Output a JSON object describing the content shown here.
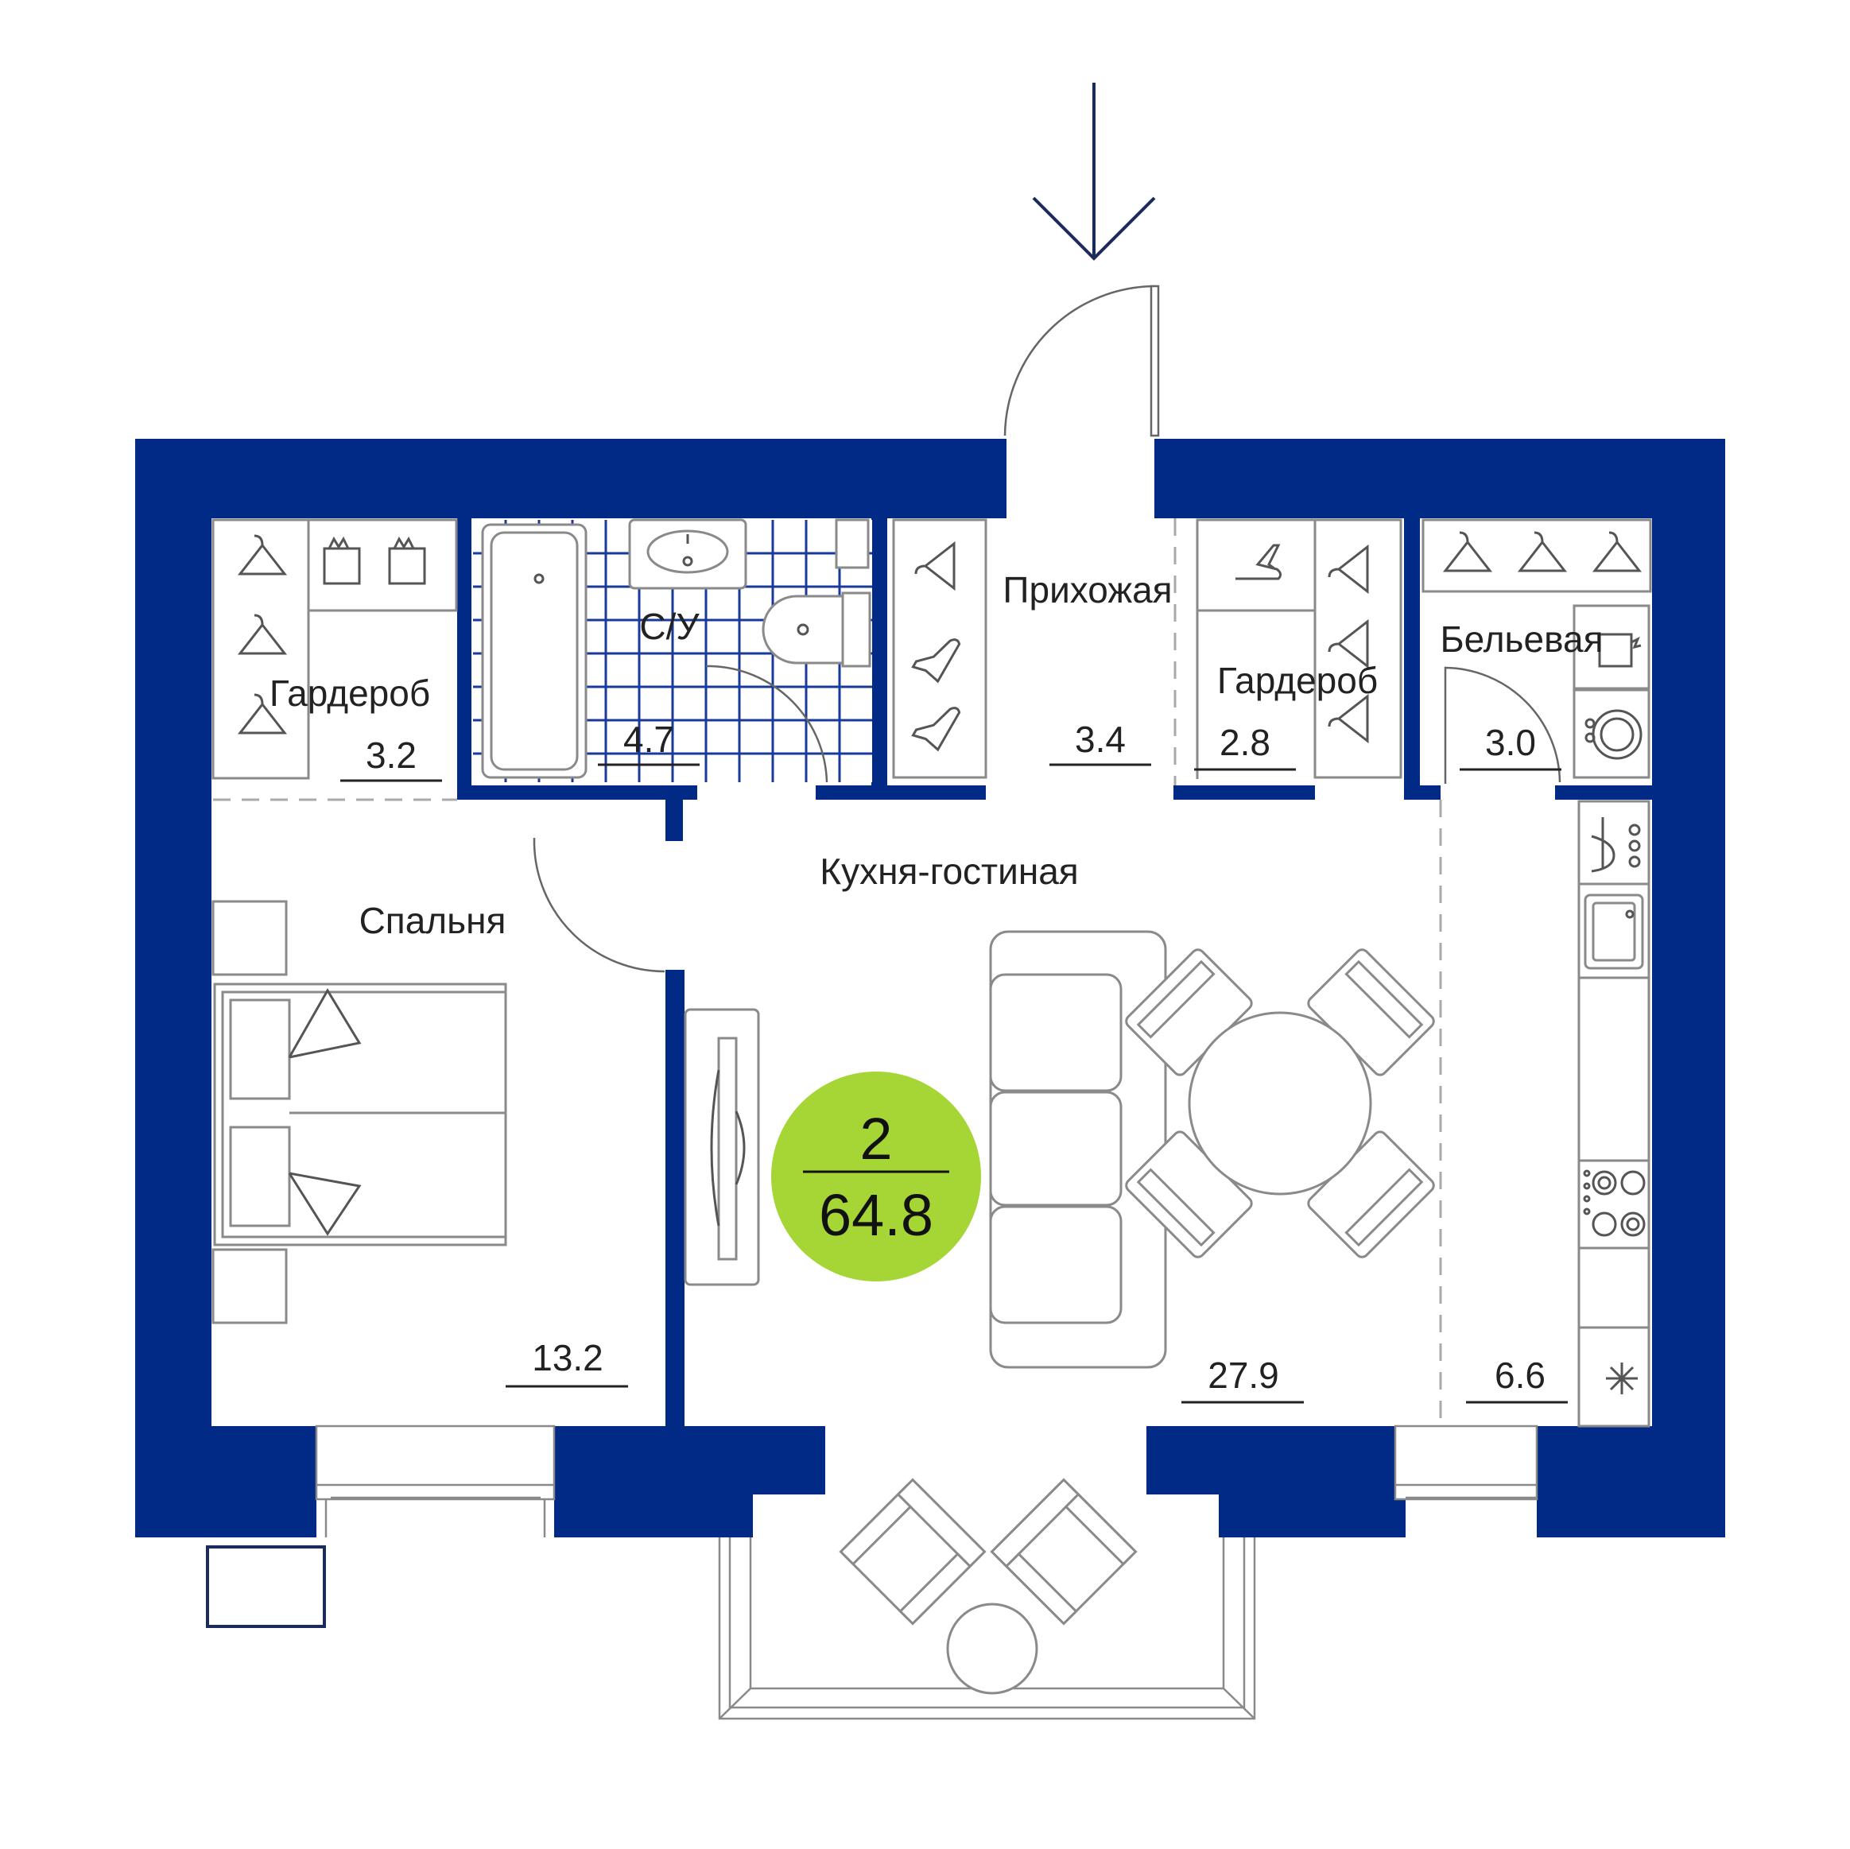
{
  "colors": {
    "wall": "#002a86",
    "badge": "#a6d635",
    "entrance_arrow": "#1c2b5e",
    "tile_grid": "#1a3a9a"
  },
  "apartment": {
    "rooms_count": "2",
    "total_area": "64.8"
  },
  "rooms": [
    {
      "key": "wardrobe_left",
      "name": "Гардероб",
      "area": "3.2"
    },
    {
      "key": "bathroom",
      "name": "С/У",
      "area": "4.7"
    },
    {
      "key": "hallway",
      "name": "Прихожая",
      "area": "3.4"
    },
    {
      "key": "wardrobe_right",
      "name": "Гардероб",
      "area": "2.8"
    },
    {
      "key": "laundry",
      "name": "Бельевая",
      "area": "3.0"
    },
    {
      "key": "bedroom",
      "name": "Спальня",
      "area": "13.2"
    },
    {
      "key": "kitchen_living",
      "name": "Кухня-гостиная",
      "area": "27.9"
    },
    {
      "key": "kitchen_zone",
      "name": "",
      "area": "6.6"
    }
  ],
  "icons": [
    "entrance-arrow-icon",
    "hanger-icon",
    "shoe-icon",
    "laundry-basket-icon",
    "washing-machine-icon",
    "bathtub-icon",
    "sink-icon",
    "toilet-icon",
    "bed-icon",
    "sofa-icon",
    "tv-icon",
    "dining-table-icon",
    "armchair-icon",
    "stove-icon",
    "fridge-icon"
  ]
}
